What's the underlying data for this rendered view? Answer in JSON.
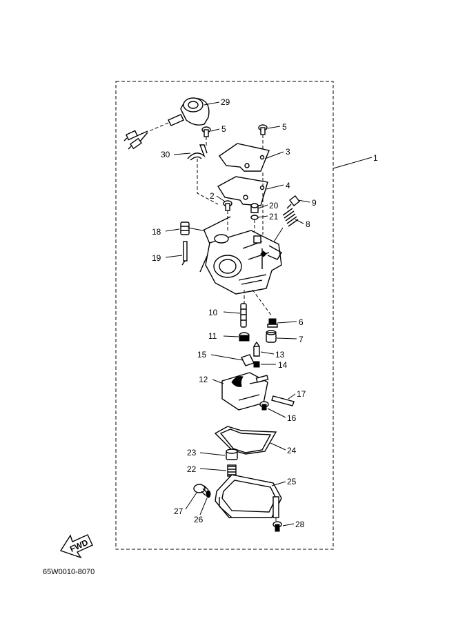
{
  "diagram_code": "65W0010-8070",
  "direction_arrow": "FWD",
  "callouts": [
    {
      "id": "c1",
      "text": "1"
    },
    {
      "id": "c2",
      "text": "2"
    },
    {
      "id": "c3",
      "text": "3"
    },
    {
      "id": "c4",
      "text": "4"
    },
    {
      "id": "c5a",
      "text": "5"
    },
    {
      "id": "c5b",
      "text": "5"
    },
    {
      "id": "c6",
      "text": "6"
    },
    {
      "id": "c7",
      "text": "7"
    },
    {
      "id": "c8",
      "text": "8"
    },
    {
      "id": "c9",
      "text": "9"
    },
    {
      "id": "c10",
      "text": "10"
    },
    {
      "id": "c11",
      "text": "11"
    },
    {
      "id": "c12",
      "text": "12"
    },
    {
      "id": "c13",
      "text": "13"
    },
    {
      "id": "c14",
      "text": "14"
    },
    {
      "id": "c15",
      "text": "15"
    },
    {
      "id": "c16",
      "text": "16"
    },
    {
      "id": "c17",
      "text": "17"
    },
    {
      "id": "c18",
      "text": "18"
    },
    {
      "id": "c19",
      "text": "19"
    },
    {
      "id": "c20",
      "text": "20"
    },
    {
      "id": "c21",
      "text": "21"
    },
    {
      "id": "c22",
      "text": "22"
    },
    {
      "id": "c23",
      "text": "23"
    },
    {
      "id": "c24",
      "text": "24"
    },
    {
      "id": "c25",
      "text": "25"
    },
    {
      "id": "c26",
      "text": "26"
    },
    {
      "id": "c27",
      "text": "27"
    },
    {
      "id": "c28",
      "text": "28"
    },
    {
      "id": "c29",
      "text": "29"
    },
    {
      "id": "c30",
      "text": "30"
    }
  ]
}
